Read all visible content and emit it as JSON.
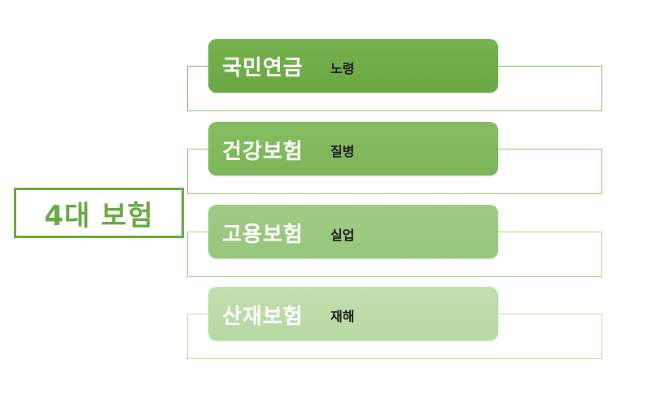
{
  "main_label": "4대 보험",
  "items": [
    {
      "title": "국민연금",
      "subtitle": "노령",
      "color": "#6fab47"
    },
    {
      "title": "건강보험",
      "subtitle": "질병",
      "color": "#82b95e"
    },
    {
      "title": "고용보험",
      "subtitle": "실업",
      "color": "#9dc983"
    },
    {
      "title": "산재보험",
      "subtitle": "재해",
      "color": "#bcdcaa"
    }
  ],
  "colors": {
    "accent": "#6aaa45",
    "outline": "#8dc06c"
  }
}
